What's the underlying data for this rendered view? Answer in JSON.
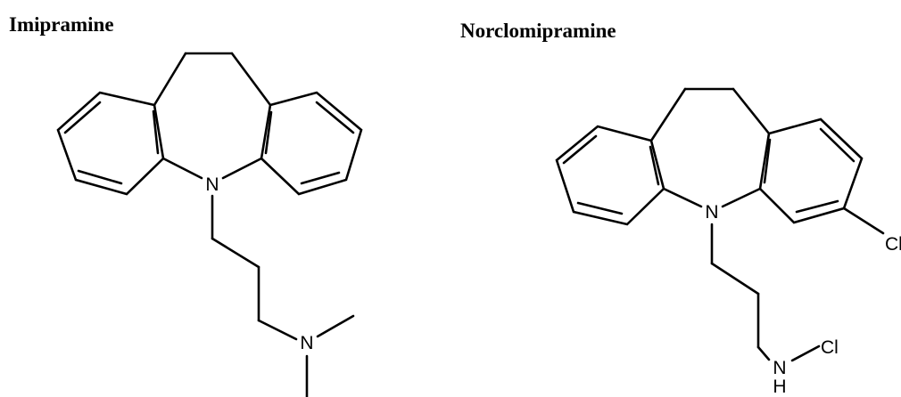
{
  "molecules": [
    {
      "name": "Imipramine",
      "atoms": {
        "ring_nitrogen": "N",
        "amine_nitrogen": "N"
      }
    },
    {
      "name": "Norclomipramine",
      "atoms": {
        "ring_nitrogen": "N",
        "ring_chlorine": "Cl",
        "amine_nitrogen": "N",
        "amine_hydrogen": "H",
        "amine_chlorine": "Cl"
      }
    }
  ]
}
